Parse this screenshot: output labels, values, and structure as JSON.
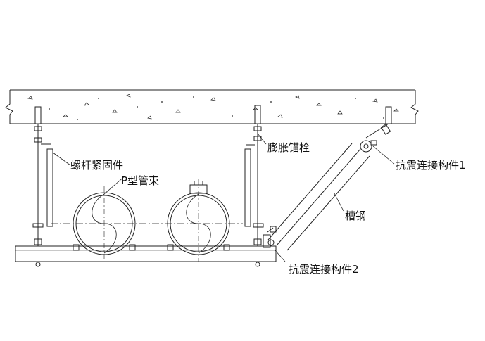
{
  "labels": {
    "rod_fastener": "螺杆紧固件",
    "p_clamp": "P型管束",
    "expansion_anchor": "膨胀锚栓",
    "seismic_connector_1": "抗震连接构件1",
    "channel_steel": "槽钢",
    "seismic_connector_2": "抗震连接构件2"
  },
  "colors": {
    "line": "#222222",
    "background": "#ffffff"
  }
}
